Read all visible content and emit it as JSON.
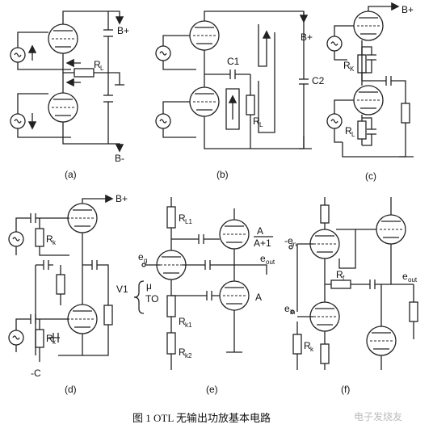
{
  "figure": {
    "caption": "图 1   OTL 无输出功放基本电路",
    "watermark": "电子发烧友"
  },
  "panels": [
    {
      "id": "a",
      "label": "(a)",
      "supply_plus": "B+",
      "supply_minus": "B-",
      "resistor": "R",
      "resistor_sub": "L"
    },
    {
      "id": "b",
      "label": "(b)",
      "supply_plus": "B+",
      "cap1": "C1",
      "cap2": "C2",
      "resistor": "R",
      "resistor_sub": "L"
    },
    {
      "id": "c",
      "label": "(c)",
      "supply_plus": "B+",
      "res_top": "R",
      "res_top_sub": "K",
      "res_bot": "R",
      "res_bot_sub": "L"
    },
    {
      "id": "d",
      "label": "(d)",
      "supply_plus": "B+",
      "supply_minus": "-C",
      "res_top": "R",
      "res_top_sub": "k",
      "res_bot": "R",
      "res_bot_sub": "k"
    },
    {
      "id": "e",
      "label": "(e)",
      "r_load": "R",
      "r_load_sub": "L1",
      "e_in": "e",
      "e_in_sub": "g",
      "e_out": "e",
      "e_out_sub": "out",
      "v1": "V1",
      "mu": "μ",
      "to": "TO",
      "r_k1": "R",
      "r_k1_sub": "k1",
      "r_k2": "R",
      "r_k2_sub": "k2",
      "amp_a": "A",
      "amp_a1": "A+1",
      "amp_a_lower": "A"
    },
    {
      "id": "f",
      "label": "(f)",
      "e_in_top": "-e",
      "e_in_top_sub": "in",
      "e_in_bot": "e",
      "e_in_bot_sub": "in",
      "e_out": "e",
      "e_out_sub": "out",
      "r_f": "R",
      "r_f_sub": "f",
      "r_k": "R",
      "r_k_sub": "k"
    }
  ]
}
